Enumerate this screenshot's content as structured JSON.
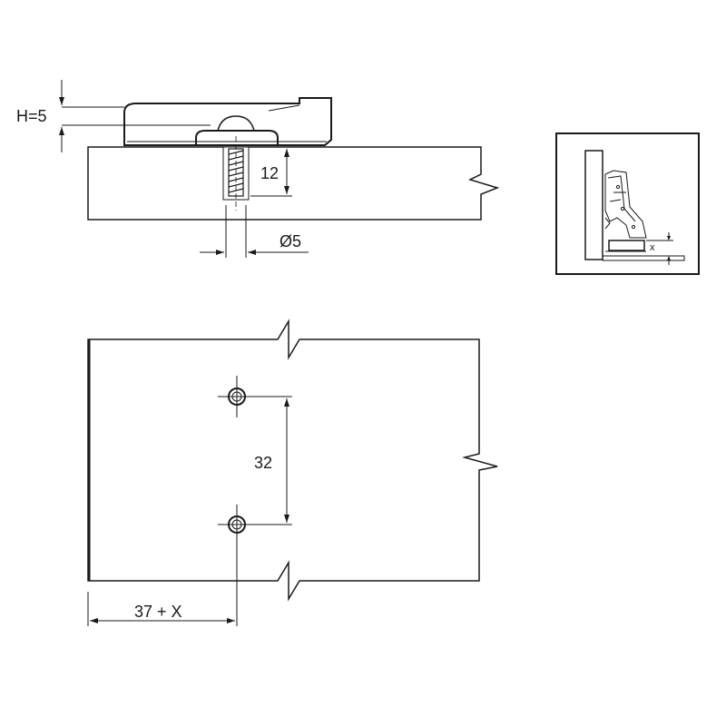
{
  "dimensions": {
    "height_label": "H=5",
    "depth_label": "12",
    "diameter_label": "Ø5",
    "spacing_label": "32",
    "offset_label": "37 + X"
  },
  "inset": {
    "x_label": "x"
  },
  "colors": {
    "line": "#1a1a1a",
    "hatch": "#7a7a7a",
    "background": "#ffffff"
  }
}
